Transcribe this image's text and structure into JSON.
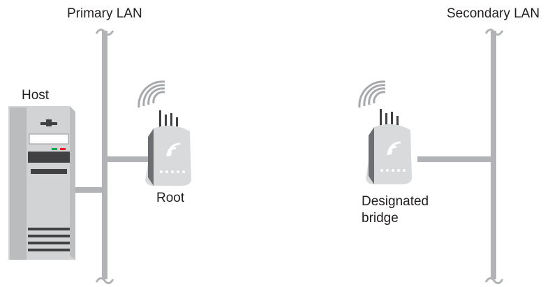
{
  "labels": {
    "primary_lan": "Primary LAN",
    "secondary_lan": "Secondary LAN",
    "host": "Host",
    "root": "Root",
    "designated_line1": "Designated",
    "designated_line2": "bridge"
  },
  "colors": {
    "lan_line": "#b1b3b6",
    "server_body": "#d1d3d4",
    "server_dark": "#414042",
    "led_green": "#00a651",
    "led_red": "#ed1c24",
    "ap_body": "#d9dadb"
  },
  "icons": [
    "server-icon",
    "access-point-icon",
    "wireless-signal-icon"
  ]
}
